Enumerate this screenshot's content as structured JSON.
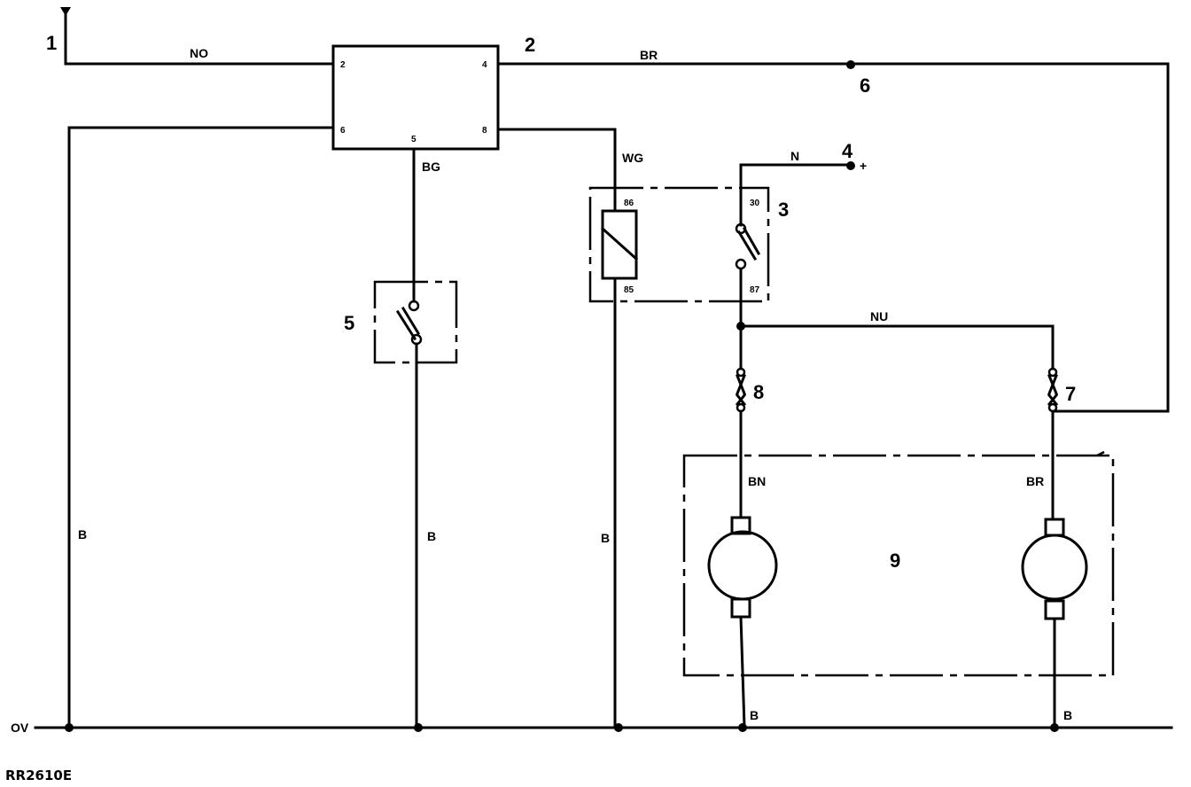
{
  "component_numbers": {
    "n1": "1",
    "n2": "2",
    "n3": "3",
    "n4": "4",
    "n5": "5",
    "n6": "6",
    "n7": "7",
    "n8": "8",
    "n9": "9"
  },
  "wire_colours": {
    "no": "NO",
    "br_top": "BR",
    "bg": "BG",
    "wg": "WG",
    "n": "N",
    "nu": "NU",
    "bn": "BN",
    "br_motor": "BR",
    "b_left": "B",
    "b_switch": "B",
    "b_relay": "B",
    "b_motor1": "B",
    "b_motor2": "B"
  },
  "module_pins": {
    "p2": "2",
    "p4": "4",
    "p6": "6",
    "p5": "5",
    "p8": "8"
  },
  "relay_pins": {
    "p86": "86",
    "p85": "85",
    "p30": "30",
    "p87": "87"
  },
  "supply_plus": "+",
  "ground_label": "OV",
  "figure_ref": "RR2610E"
}
